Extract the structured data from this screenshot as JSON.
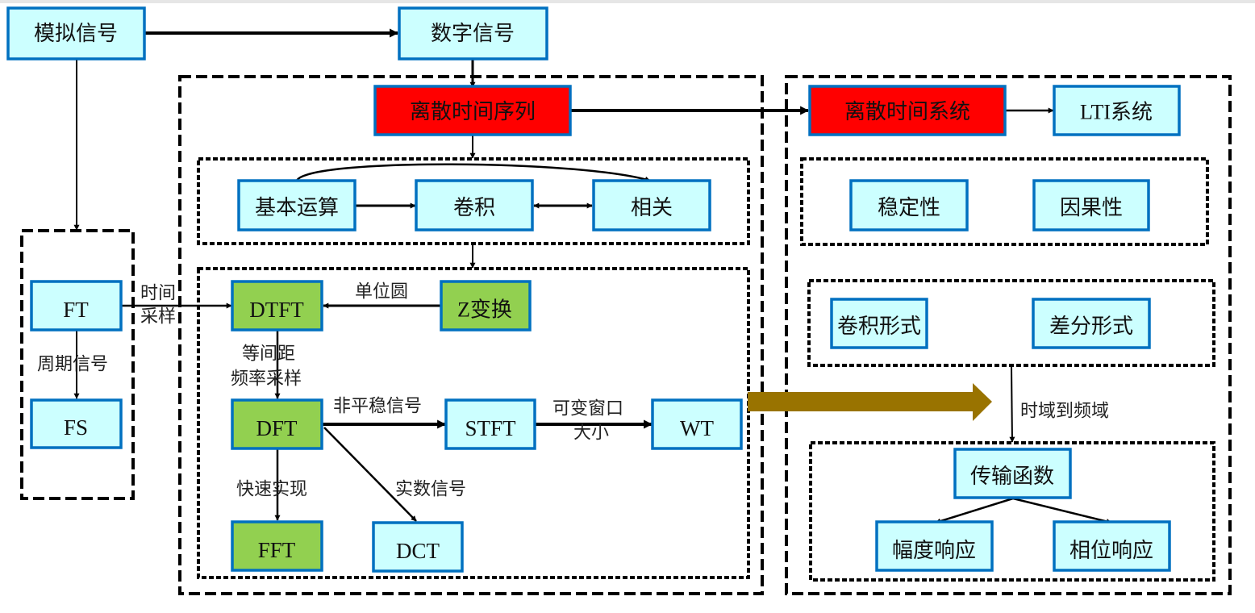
{
  "colors": {
    "box_fill": "#ccffff",
    "box_border": "#0070c0",
    "highlight_fill": "#ff0000",
    "green_fill": "#92d050",
    "big_arrow": "#997300"
  },
  "nodes": {
    "analog_signal": "模拟信号",
    "digital_signal": "数字信号",
    "discrete_time_sequence": "离散时间序列",
    "discrete_time_system": "离散时间系统",
    "lti_system": "LTI系统",
    "basic_operations": "基本运算",
    "convolution": "卷积",
    "correlation": "相关",
    "stability": "稳定性",
    "causality": "因果性",
    "ft": "FT",
    "fs": "FS",
    "dtft": "DTFT",
    "z_transform": "Z变换",
    "dft": "DFT",
    "stft": "STFT",
    "wt": "WT",
    "fft": "FFT",
    "dct": "DCT",
    "convolution_form": "卷积形式",
    "difference_form": "差分形式",
    "transfer_function": "传输函数",
    "magnitude_response": "幅度响应",
    "phase_response": "相位响应"
  },
  "edge_labels": {
    "time_sampling_1": "时间",
    "time_sampling_2": "采样",
    "periodic_signal": "周期信号",
    "unit_circle": "单位圆",
    "equal_spacing_1": "等间距",
    "equal_spacing_2": "频率采样",
    "nonstationary_signal": "非平稳信号",
    "variable_window_1": "可变窗口",
    "variable_window_2": "大小",
    "fast_implementation": "快速实现",
    "real_signal": "实数信号",
    "time_to_freq": "时域到频域"
  }
}
